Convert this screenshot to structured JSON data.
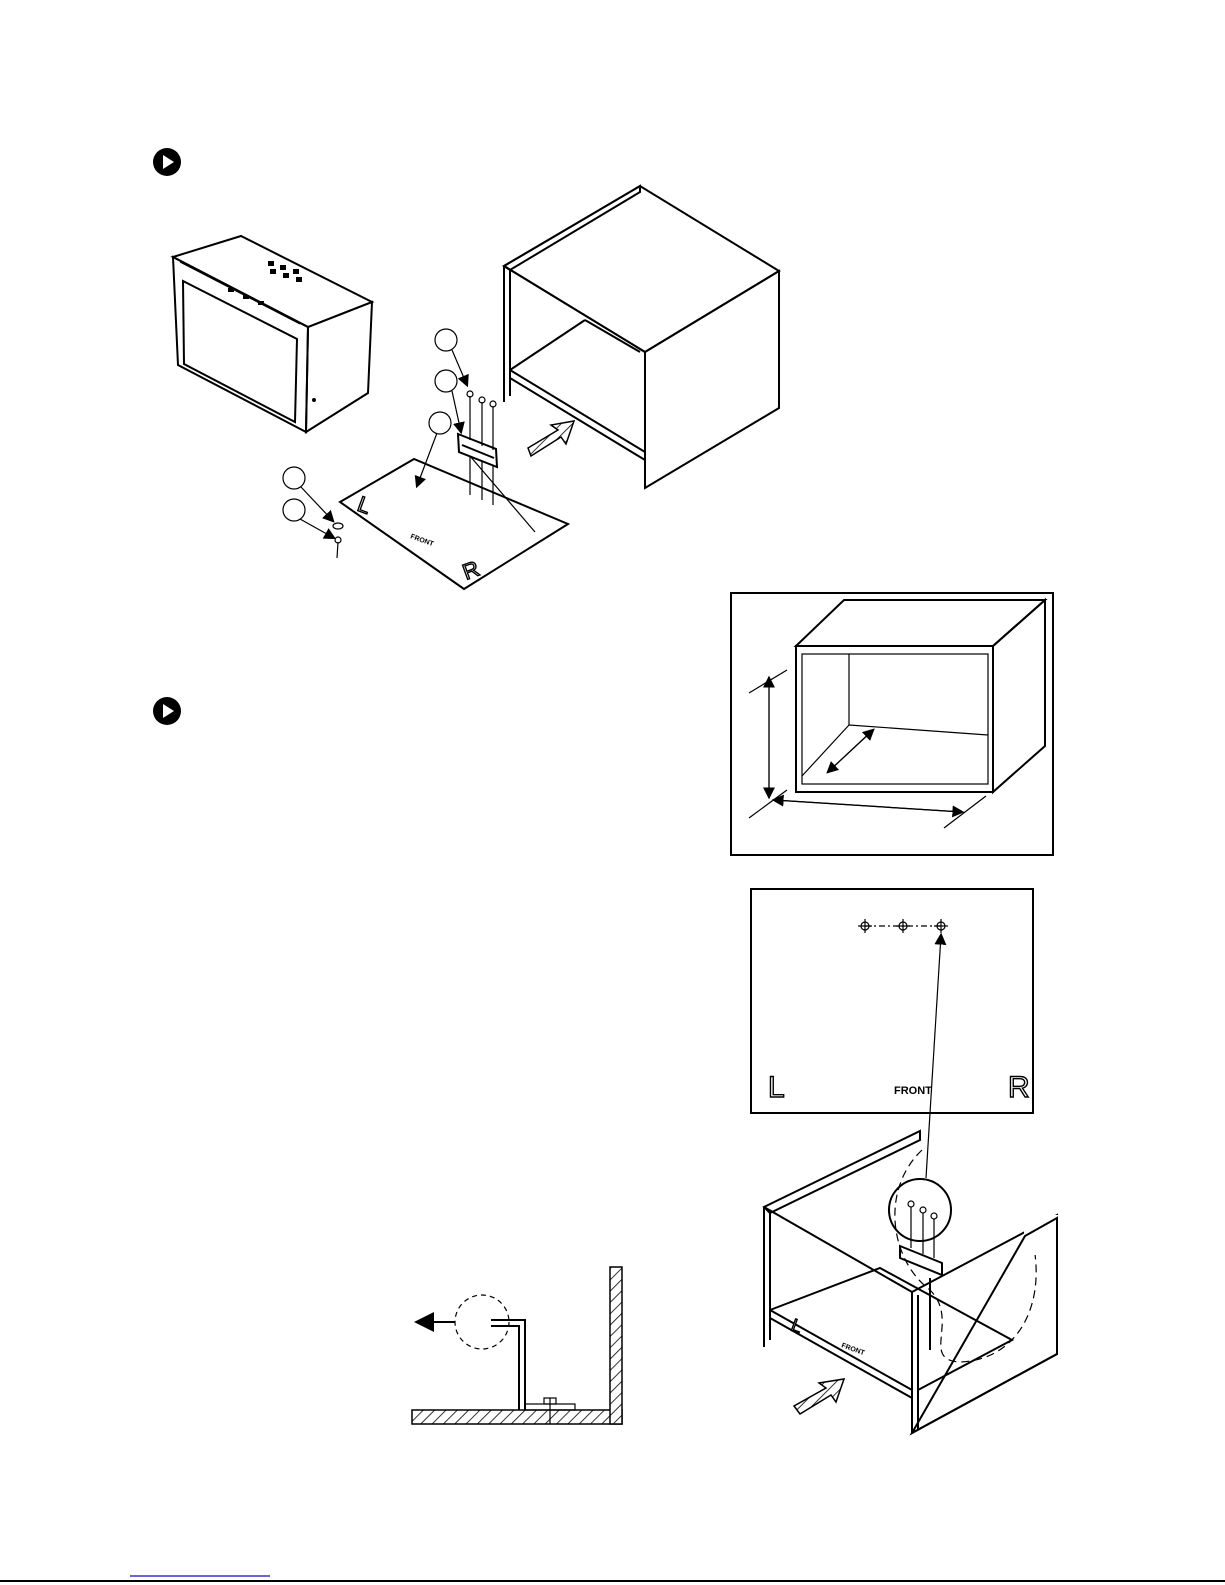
{
  "steps": [
    {
      "icon": "play-bullet-icon"
    },
    {
      "icon": "play-bullet-icon"
    }
  ],
  "labels": {
    "board_front": "FRONT",
    "board_left": "L",
    "board_right": "R",
    "panel_front": "FRONT",
    "panel_left": "L",
    "panel_right": "R",
    "cabinet_front": "FRONT",
    "cabinet_left": "L"
  },
  "footer": {
    "link_underline_color": "#3333cc"
  }
}
